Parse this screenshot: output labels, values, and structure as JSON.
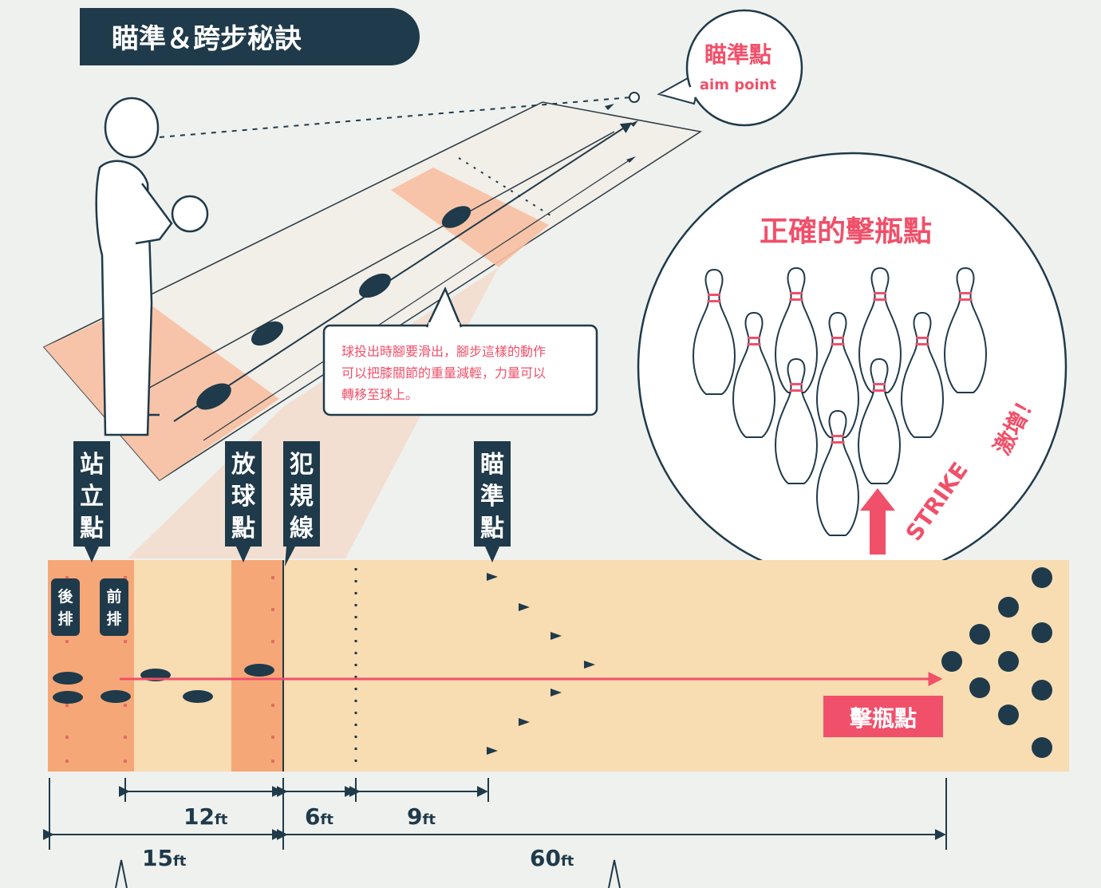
{
  "title": "瞄準＆跨步秘訣",
  "aim_bubble": {
    "label_zh": "瞄準點",
    "label_en": "aim point"
  },
  "tip_text": {
    "line1": "球投出時腳要滑出，腳步這樣的動作",
    "line2": "可以把膝關節的重量減輕，力量可以",
    "line3": "轉移至球上。"
  },
  "pins_bubble": {
    "title": "正確的擊瓶點",
    "strike_label": "STRIKE",
    "strike_suffix": "激增！"
  },
  "markers": {
    "stand": "站立點",
    "release": "放球點",
    "foul": "犯規線",
    "aim": "瞄準點"
  },
  "rows": {
    "back": "後排",
    "front": "前排"
  },
  "pocket_label": "擊瓶點",
  "distances": [
    {
      "num": "12",
      "unit": "ft"
    },
    {
      "num": "6",
      "unit": "ft"
    },
    {
      "num": "9",
      "unit": "ft"
    },
    {
      "num": "15",
      "unit": "ft"
    },
    {
      "num": "60",
      "unit": "ft"
    }
  ],
  "colors": {
    "navy": "#1f3a4a",
    "red": "#f0506a",
    "lane": "#f8dcb2",
    "orange_zone": "#f6a777",
    "perspective_zone": "#f7bfa2"
  }
}
